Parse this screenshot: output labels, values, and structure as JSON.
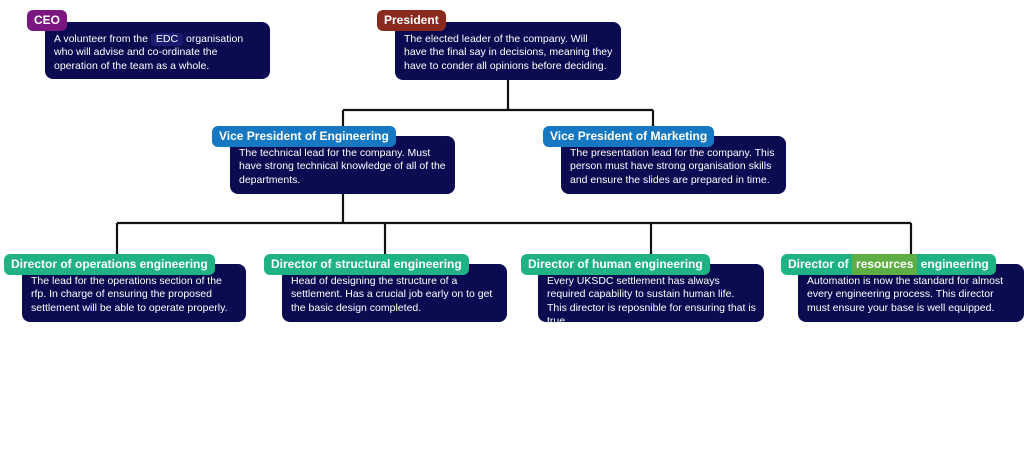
{
  "colors": {
    "box": "#0b0b52",
    "ceo_label": "#7a1780",
    "president_label": "#8a2a1f",
    "vp_label": "#1678c2",
    "director_label": "#1fb284",
    "connector": "#111111"
  },
  "ceo": {
    "title": "CEO",
    "desc_before": "A volunteer from the",
    "desc_highlight": "EDC",
    "desc_after": "organisation who will advise and co-ordinate the operation of the team as a whole."
  },
  "president": {
    "title": "President",
    "desc": "The elected leader of the company. Will have the final say in decisions, meaning they have to conder all opinions before deciding."
  },
  "vp_engineering": {
    "title": "Vice President of Engineering",
    "desc": "The technical lead for the company. Must have strong technical knowledge of all of the departments."
  },
  "vp_marketing": {
    "title": "Vice President of Marketing",
    "desc": "The presentation lead for the company. This person must have strong organisation skills and ensure the slides are prepared in time."
  },
  "director_operations": {
    "title": "Director of operations engineering",
    "desc": "The lead for the operations section of the rfp. In charge of ensuring the proposed settlement will be able to operate properly."
  },
  "director_structural": {
    "title": "Director of structural engineering",
    "desc": "Head of designing the structure of a settlement. Has a crucial job early on to get the basic design completed."
  },
  "director_human": {
    "title": "Director of human engineering",
    "desc": "Every UKSDC settlement has always required capability to sustain human life. This director is reposnible for ensuring that is true."
  },
  "director_resources": {
    "title_before": "Director of",
    "title_highlight": "resources",
    "title_after": "engineering",
    "desc": "Automation is now the standard for almost every engineering process. This director must ensure your base is well equipped."
  }
}
